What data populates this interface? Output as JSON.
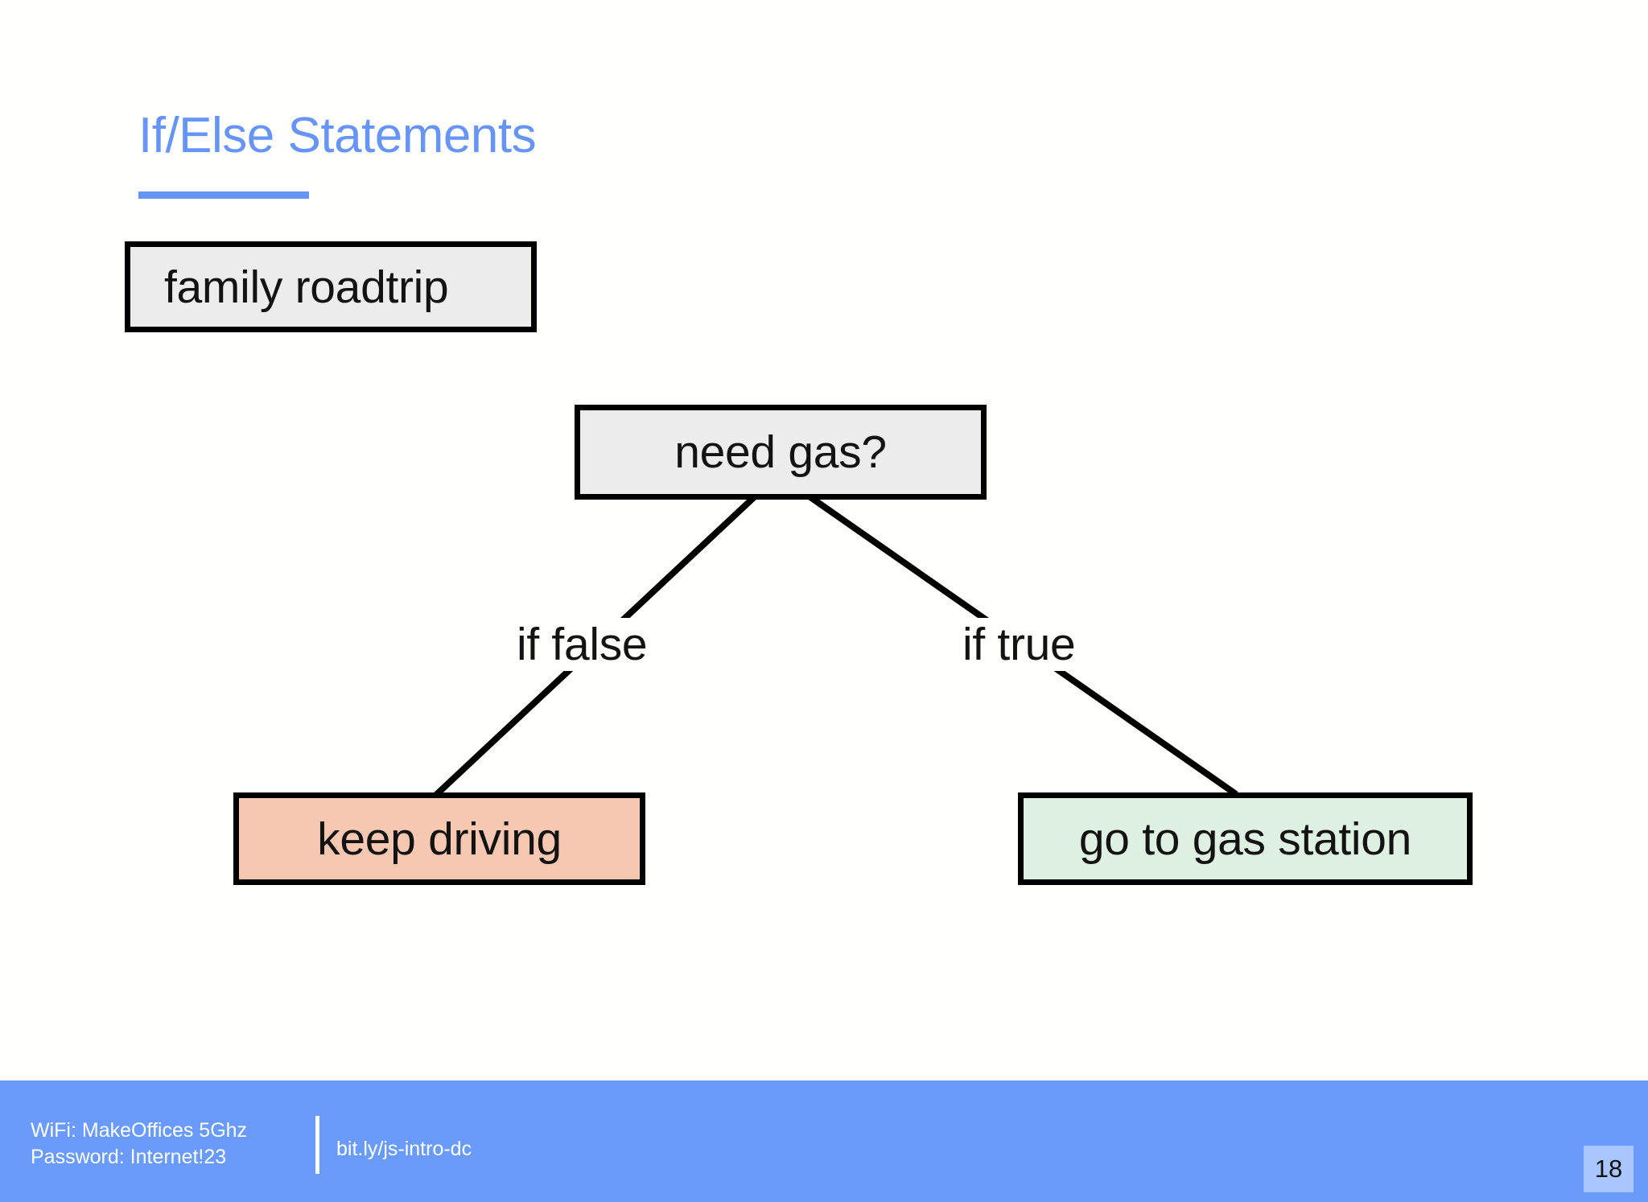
{
  "slide": {
    "title": "If/Else Statements",
    "page_number": "18",
    "accent_color": "#6694f7",
    "background_color": "#fffffd"
  },
  "diagram": {
    "type": "flowchart",
    "nodes": [
      {
        "id": "root",
        "label": "family roadtrip",
        "fill": "#ececed",
        "border": "#000000",
        "role": "scenario"
      },
      {
        "id": "condition",
        "label": "need gas?",
        "fill": "#ececed",
        "border": "#000000",
        "role": "condition"
      },
      {
        "id": "false-branch",
        "label": "keep driving",
        "fill": "#f6c8b2",
        "border": "#000000",
        "role": "else-outcome"
      },
      {
        "id": "true-branch",
        "label": "go to gas station",
        "fill": "#ddf0e2",
        "border": "#000000",
        "role": "if-outcome"
      }
    ],
    "edges": [
      {
        "from": "condition",
        "to": "false-branch",
        "label": "if false"
      },
      {
        "from": "condition",
        "to": "true-branch",
        "label": "if true"
      }
    ]
  },
  "footer": {
    "wifi_line1": "WiFi: MakeOffices 5Ghz",
    "wifi_line2": "Password: Internet!23",
    "link": "bit.ly/js-intro-dc",
    "background_color": "#6a9bfc",
    "page_badge_color": "#a9c5fd"
  }
}
